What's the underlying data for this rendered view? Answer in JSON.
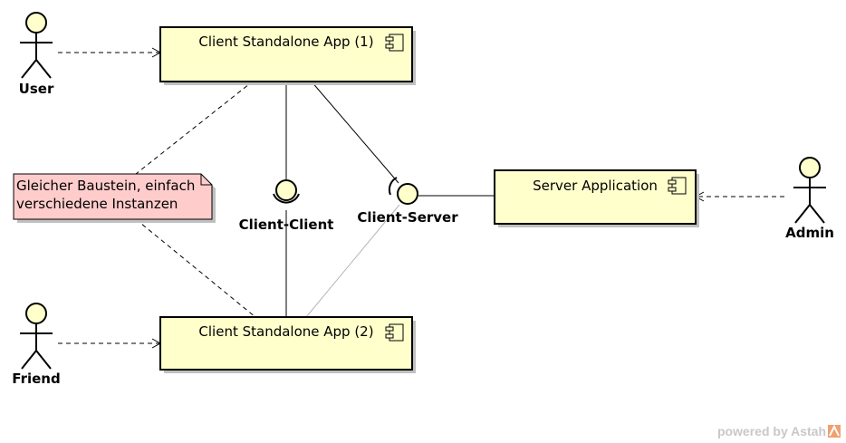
{
  "diagram": {
    "components": {
      "client1": "Client Standalone App (1)",
      "client2": "Client Standalone App (2)",
      "server": "Server Application"
    },
    "actors": {
      "user": "User",
      "friend": "Friend",
      "admin": "Admin"
    },
    "interfaces": {
      "client_client": "Client-Client",
      "client_server": "Client-Server"
    },
    "note": {
      "line1": "Gleicher Baustein, einfach",
      "line2": "verschiedene Instanzen"
    },
    "watermark": {
      "text": "powered by Astah"
    },
    "colors": {
      "component_fill": "#ffffcc",
      "actor_fill": "#ffffcc",
      "note_fill": "#ffcccc",
      "shadow": "#c0c0c0"
    }
  }
}
